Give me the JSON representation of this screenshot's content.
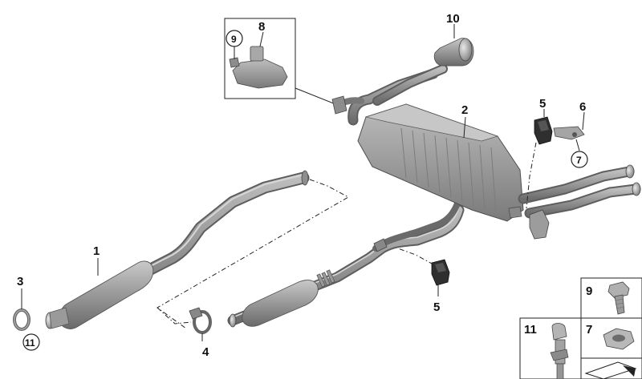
{
  "callouts": {
    "part_1": "1",
    "part_2": "2",
    "part_3": "3",
    "part_4": "4",
    "part_5_upper": "5",
    "part_5_lower": "5",
    "part_6": "6",
    "part_7": "7",
    "part_8": "8",
    "part_9": "9",
    "part_10": "10",
    "part_11": "11"
  },
  "legend": {
    "cell_9": "9",
    "cell_7": "7",
    "cell_11": "11"
  },
  "colors": {
    "metal_dark": "#6e6e6e",
    "metal_mid": "#9a9a9a",
    "metal_light": "#c8c8c8",
    "line": "#222222"
  }
}
